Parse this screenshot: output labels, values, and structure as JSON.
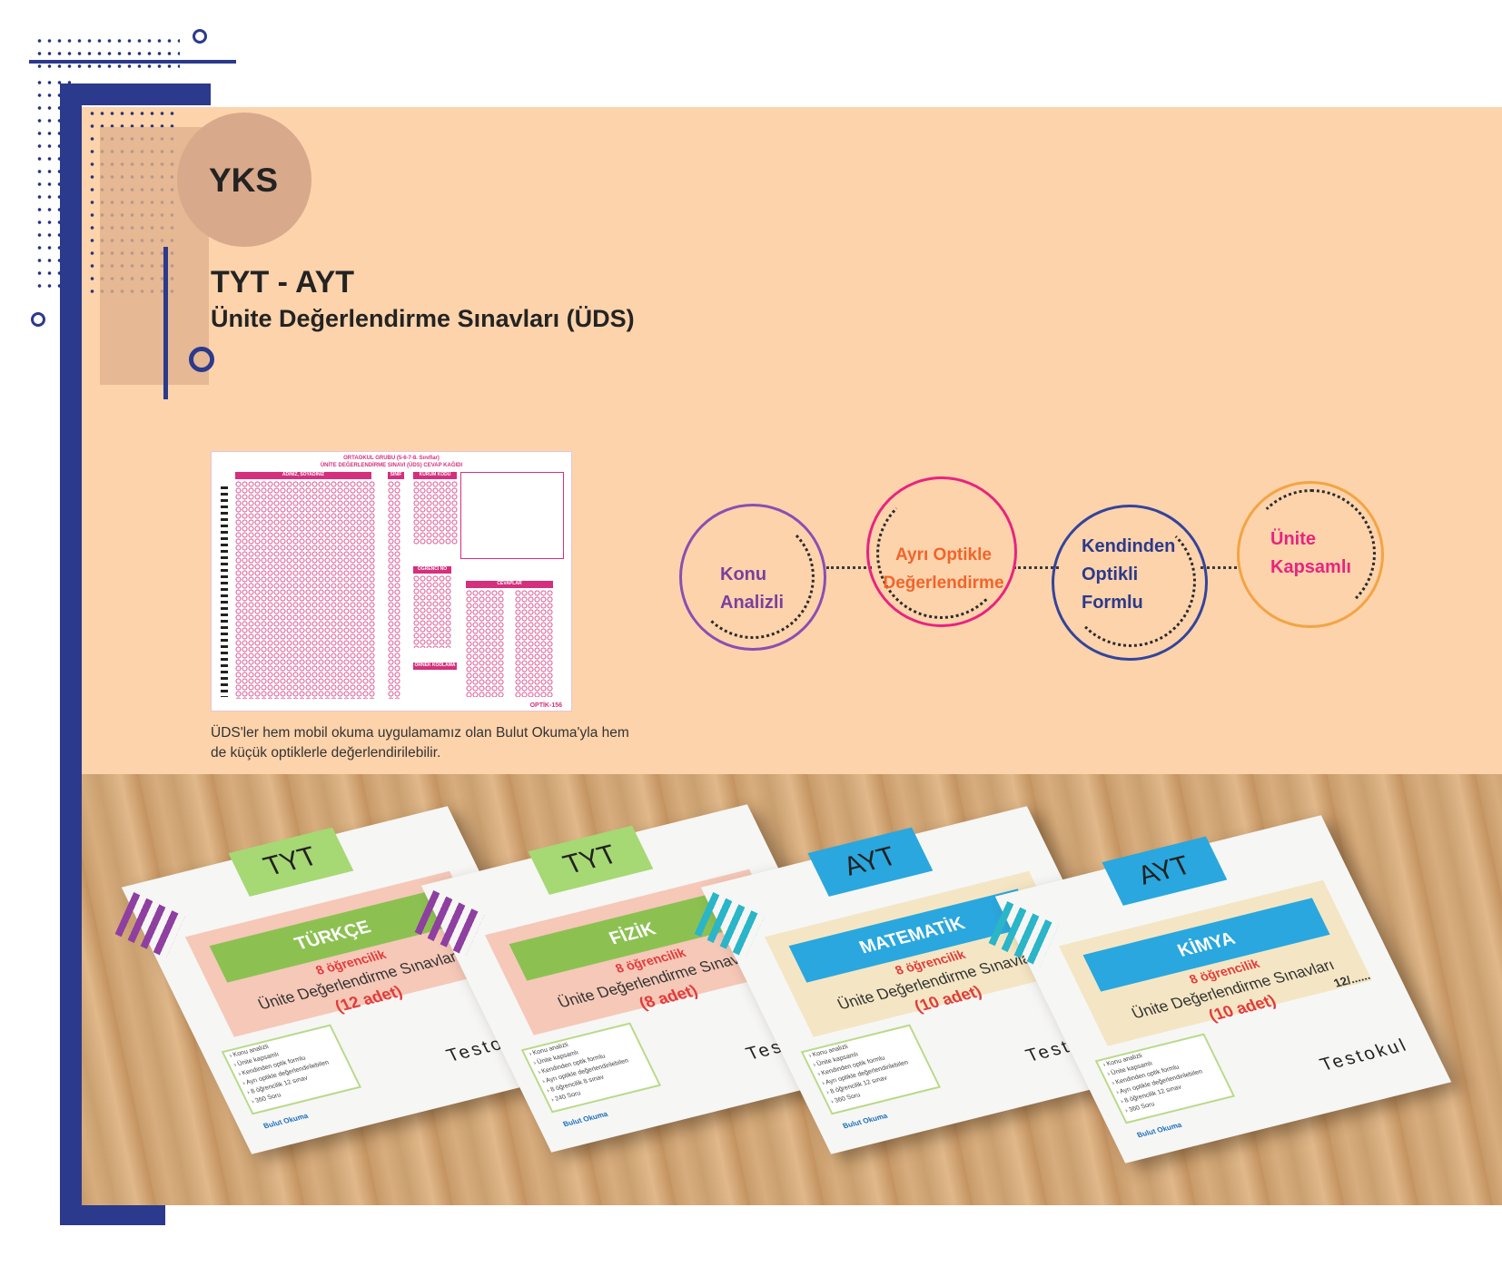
{
  "header": {
    "badge": "YKS",
    "title": "TYT - AYT",
    "subtitle": "Ünite Değerlendirme Sınavları (ÜDS)"
  },
  "optical_sheet": {
    "heading_line1": "ORTAOKUL GRUBU (5-6-7-8. Sınıflar)",
    "heading_line2": "ÜNİTE DEĞERLENDİRME SINAVI (ÜDS) CEVAP KAĞIDI",
    "name_label": "ADINIZ, SOYADINIZ",
    "class_label": "SINIF",
    "school_code_label": "KURUM KODU",
    "student_no_label": "ÖĞRENCİ NO",
    "answers_label": "CEVAPLAR",
    "sample_label": "ÖRNEK KODLAMA",
    "form_code": "OPTİK-156"
  },
  "caption": "ÜDS'ler hem mobil okuma uygulamamız olan Bulut Okuma'yla hem de küçük optiklerle değerlendirilebilir.",
  "features": [
    {
      "line1": "Konu",
      "line2": "Analizli",
      "line3": "",
      "color": "#7b3f9e",
      "ring": "#8a4fb2"
    },
    {
      "line1": "Ayrı Optikle",
      "line2": "Değerlendirme",
      "line3": "",
      "color": "#f2642a",
      "ring": "#e8247e"
    },
    {
      "line1": "Kendinden",
      "line2": "Optikli",
      "line3": "Formlu",
      "color": "#2b3a8c",
      "ring": "#34449a"
    },
    {
      "line1": "Ünite",
      "line2": "Kapsamlı",
      "line3": "",
      "color": "#e8247e",
      "ring": "#f3a443"
    }
  ],
  "books": [
    {
      "tag": "TYT",
      "subject": "TÜRKÇE",
      "students": "8 öğrencilik",
      "title": "Ünite Değerlendirme Sınavları",
      "count": "(12 adet)",
      "tag_color": "#a6d874",
      "band_color": "#8cc152",
      "panel_color": "#f5c8b8",
      "items": [
        "› Konu analizli",
        "› Ünite kapsamlı",
        "› Kendinden optik formlu",
        "› Ayrı optikle değerlendirilebilen",
        "› 8 öğrencilik 12 sınav",
        "› 360 Soru"
      ]
    },
    {
      "tag": "TYT",
      "subject": "FİZİK",
      "students": "8 öğrencilik",
      "title": "Ünite Değerlendirme Sınavları",
      "count": "(8 adet)",
      "tag_color": "#a6d874",
      "band_color": "#8cc152",
      "panel_color": "#f5c8b8",
      "items": [
        "› Konu analizli",
        "› Ünite kapsamlı",
        "› Kendinden optik formlu",
        "› Ayrı optikle değerlendirilebilen",
        "› 8 öğrencilik 8 sınav",
        "› 240 Soru"
      ]
    },
    {
      "tag": "AYT",
      "subject": "MATEMATİK",
      "students": "8 öğrencilik",
      "title": "Ünite Değerlendirme Sınavları",
      "count": "(10 adet)",
      "tag_color": "#2aa7de",
      "band_color": "#2aa7de",
      "panel_color": "#f4e6c4",
      "items": [
        "› Konu analizli",
        "› Ünite kapsamlı",
        "› Kendinden optik formlu",
        "› Ayrı optikle değerlendirilebilen",
        "› 8 öğrencilik 12 sınav",
        "› 360 Soru"
      ]
    },
    {
      "tag": "AYT",
      "subject": "KİMYA",
      "students": "8 öğrencilik",
      "title": "Ünite Değerlendirme Sınavları",
      "count": "(10 adet)",
      "tag_color": "#2aa7de",
      "band_color": "#2aa7de",
      "panel_color": "#f4e6c4",
      "items": [
        "› Konu analizli",
        "› Ünite kapsamlı",
        "› Kendinden optik formlu",
        "› Ayrı optikle değerlendirilebilen",
        "› 8 öğrencilik 12 sınav",
        "› 360 Soru"
      ]
    }
  ],
  "book_brand": "Testokul",
  "book_cloud": "Bulut Okuma",
  "book_page_no": "12/......",
  "colors": {
    "peach": "#fdd3ac",
    "navy": "#2b3a8c",
    "badge": "#d9a98b"
  }
}
